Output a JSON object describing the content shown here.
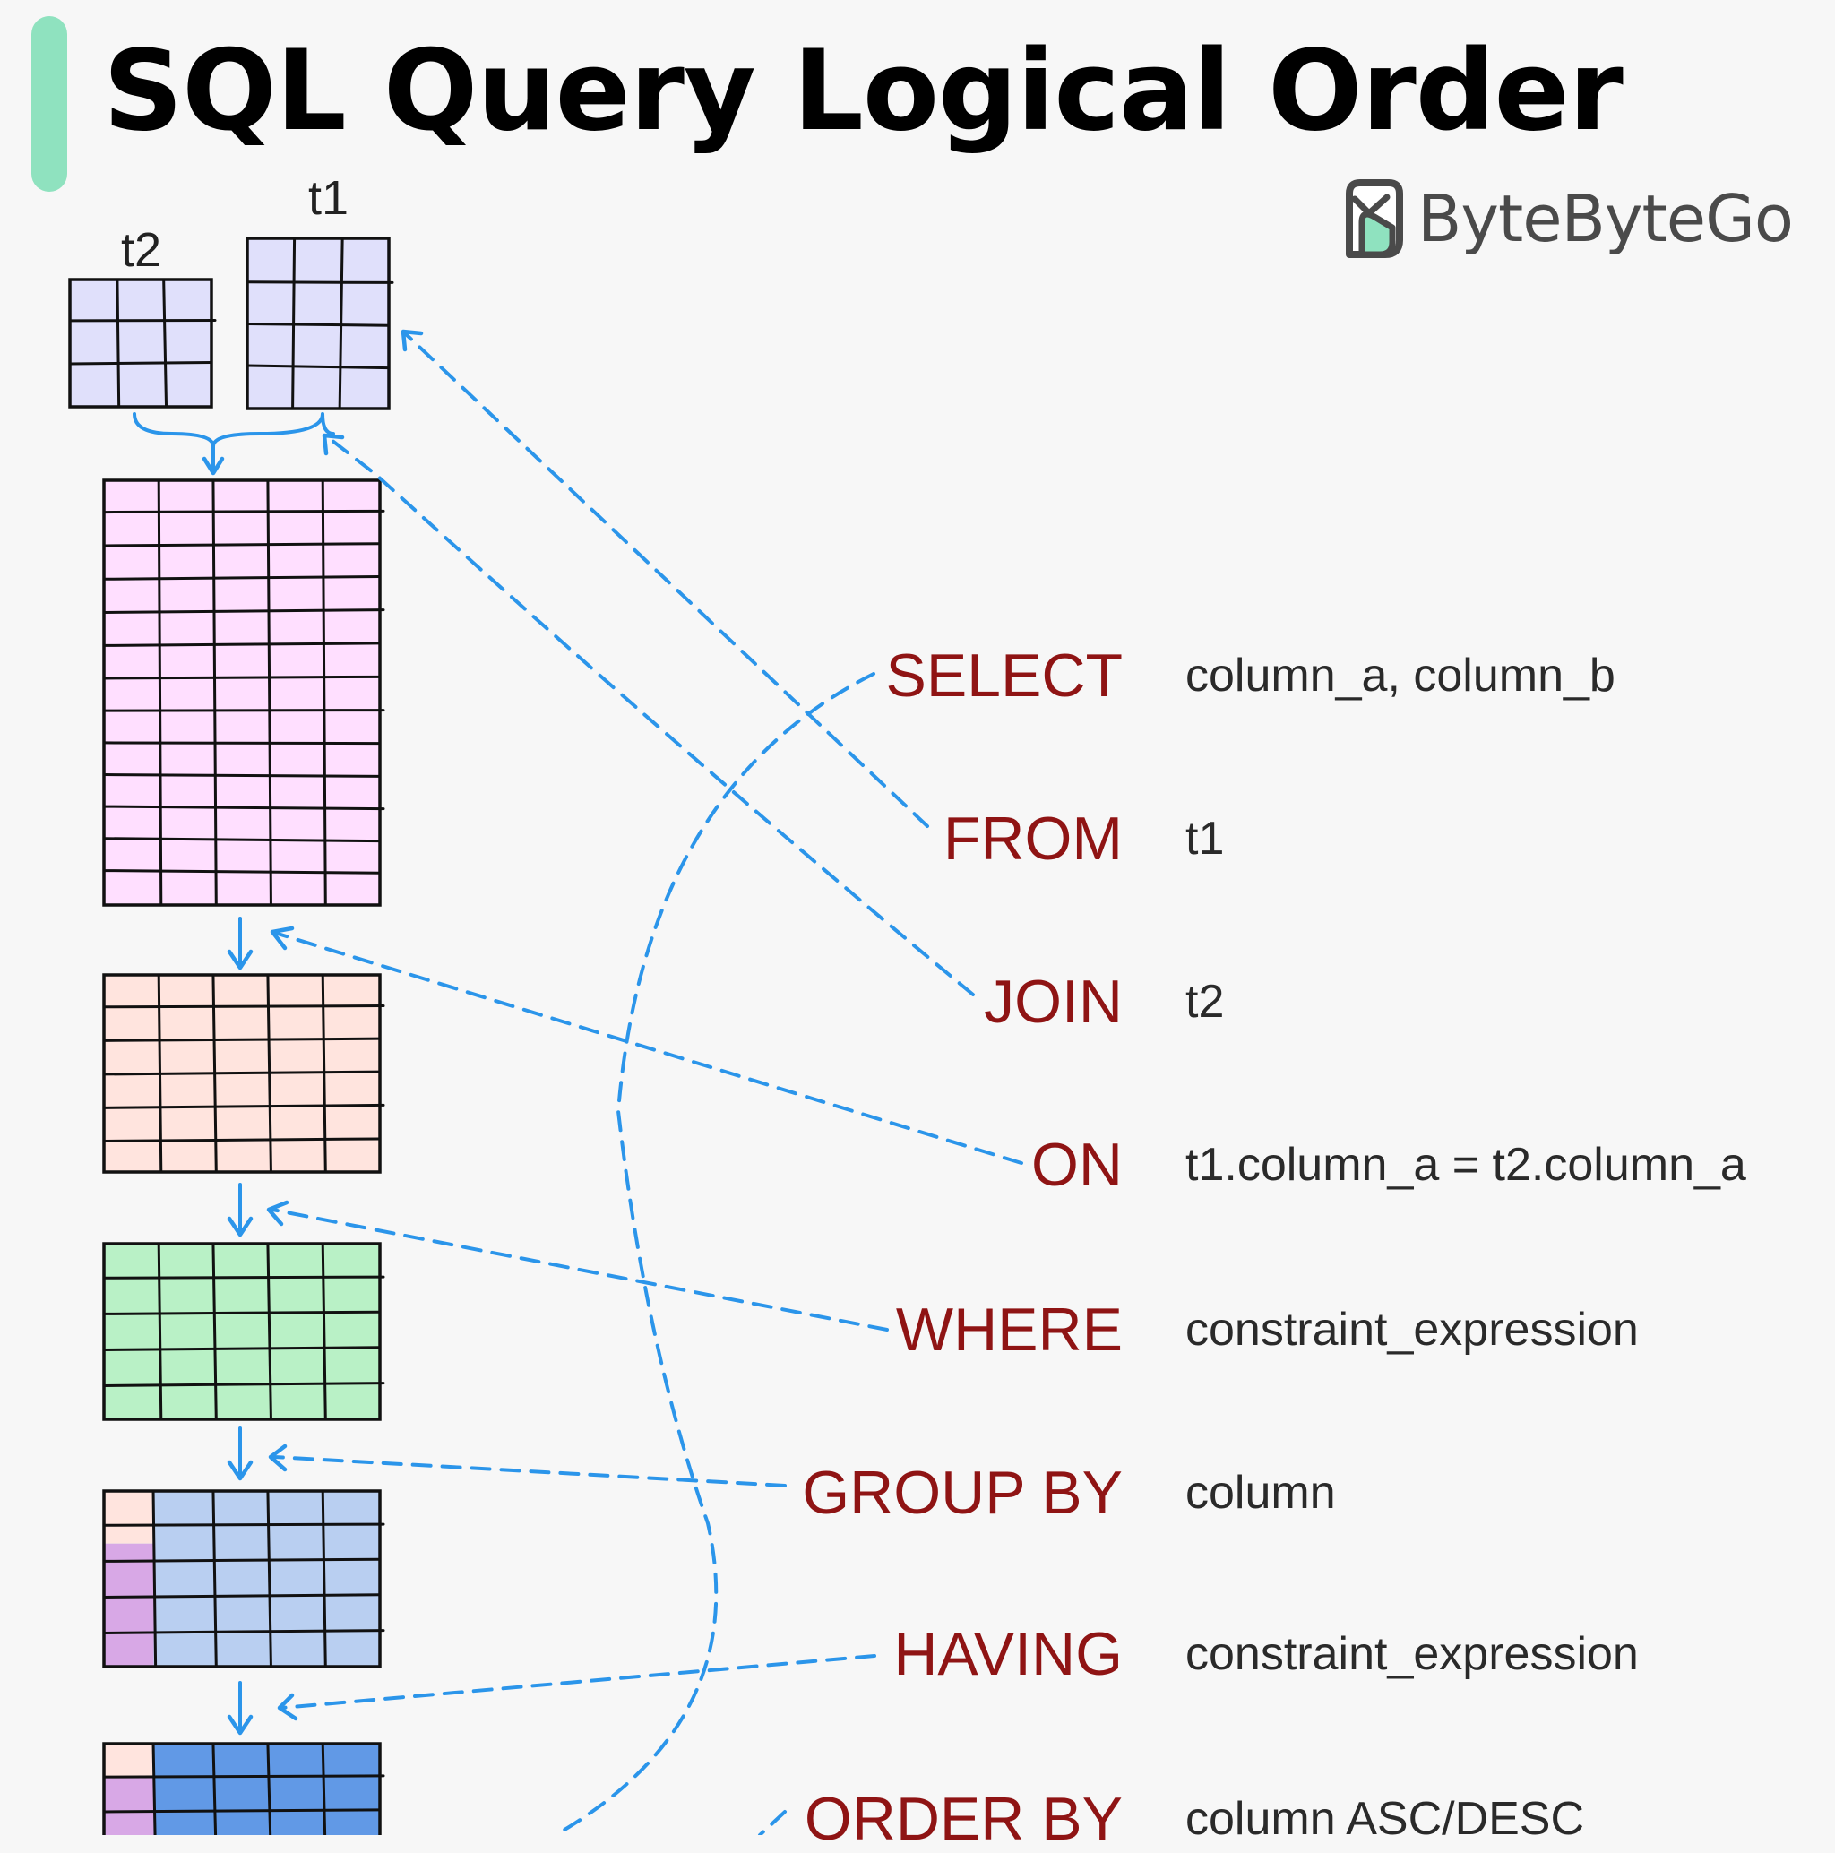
{
  "title": "SQL Query Logical Order",
  "brand": {
    "name": "ByteByteGo",
    "icon": "bytebytego-logo-icon",
    "accent": "#8fe2bf"
  },
  "tables": {
    "t1_label": "t1",
    "t2_label": "t2"
  },
  "clauses": [
    {
      "keyword": "SELECT",
      "argument": "column_a, column_b"
    },
    {
      "keyword": "FROM",
      "argument": "t1"
    },
    {
      "keyword": "JOIN",
      "argument": "t2"
    },
    {
      "keyword": "ON",
      "argument": "t1.column_a = t2.column_a"
    },
    {
      "keyword": "WHERE",
      "argument": "constraint_expression"
    },
    {
      "keyword": "GROUP BY",
      "argument": "column"
    },
    {
      "keyword": "HAVING",
      "argument": "constraint_expression"
    },
    {
      "keyword": "ORDER BY",
      "argument": "column ASC/DESC"
    }
  ],
  "colors": {
    "keyword": "#8f1414",
    "arrow": "#2b95ea",
    "table_t": "#e0e0fb",
    "table_join": "#ffdfff",
    "table_on": "#ffe4de",
    "table_where": "#b9f1c6",
    "table_group": "#b9cff1",
    "table_group_key": "#d8a8e6",
    "table_group_key_top": "#ffe4de",
    "table_having": "#6199e6"
  }
}
